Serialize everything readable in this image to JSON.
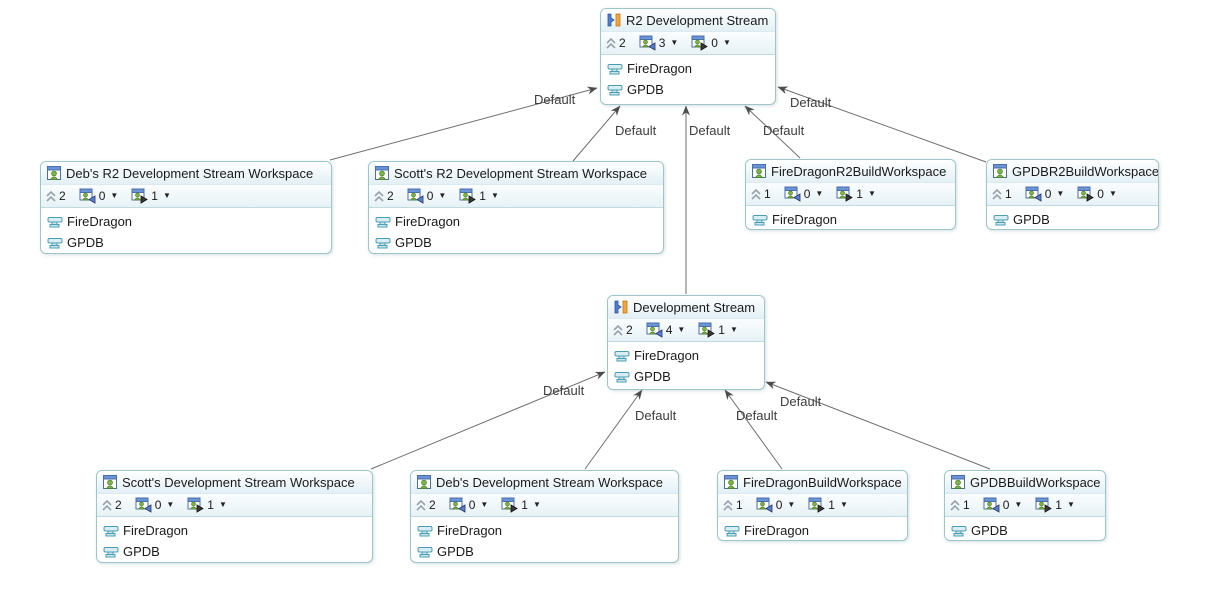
{
  "diagram": {
    "nodes": [
      {
        "id": "r2-stream",
        "kind": "stream",
        "title": "R2 Development Stream",
        "baselines": "2",
        "incoming": "3",
        "outgoing": "0",
        "components": [
          "FireDragon",
          "GPDB"
        ]
      },
      {
        "id": "debs-r2-ws",
        "kind": "workspace",
        "title": "Deb's R2 Development Stream Workspace",
        "baselines": "2",
        "incoming": "0",
        "outgoing": "1",
        "components": [
          "FireDragon",
          "GPDB"
        ]
      },
      {
        "id": "scotts-r2-ws",
        "kind": "workspace",
        "title": "Scott's R2 Development Stream Workspace",
        "baselines": "2",
        "incoming": "0",
        "outgoing": "1",
        "components": [
          "FireDragon",
          "GPDB"
        ]
      },
      {
        "id": "firedragon-r2-build-ws",
        "kind": "workspace",
        "title": "FireDragonR2BuildWorkspace",
        "baselines": "1",
        "incoming": "0",
        "outgoing": "1",
        "components": [
          "FireDragon"
        ]
      },
      {
        "id": "gpdb-r2-build-ws",
        "kind": "workspace",
        "title": "GPDBR2BuildWorkspace",
        "baselines": "1",
        "incoming": "0",
        "outgoing": "0",
        "components": [
          "GPDB"
        ]
      },
      {
        "id": "dev-stream",
        "kind": "stream",
        "title": "Development Stream",
        "baselines": "2",
        "incoming": "4",
        "outgoing": "1",
        "components": [
          "FireDragon",
          "GPDB"
        ]
      },
      {
        "id": "scotts-dev-ws",
        "kind": "workspace",
        "title": "Scott's Development Stream Workspace",
        "baselines": "2",
        "incoming": "0",
        "outgoing": "1",
        "components": [
          "FireDragon",
          "GPDB"
        ]
      },
      {
        "id": "debs-dev-ws",
        "kind": "workspace",
        "title": "Deb's Development Stream Workspace",
        "baselines": "2",
        "incoming": "0",
        "outgoing": "1",
        "components": [
          "FireDragon",
          "GPDB"
        ]
      },
      {
        "id": "firedragon-build-ws",
        "kind": "workspace",
        "title": "FireDragonBuildWorkspace",
        "baselines": "1",
        "incoming": "0",
        "outgoing": "1",
        "components": [
          "FireDragon"
        ]
      },
      {
        "id": "gpdb-build-ws",
        "kind": "workspace",
        "title": "GPDBBuildWorkspace",
        "baselines": "1",
        "incoming": "0",
        "outgoing": "1",
        "components": [
          "GPDB"
        ]
      }
    ],
    "edges": [
      {
        "label": "Default"
      },
      {
        "label": "Default"
      },
      {
        "label": "Default"
      },
      {
        "label": "Default"
      },
      {
        "label": "Default"
      },
      {
        "label": "Default"
      },
      {
        "label": "Default"
      },
      {
        "label": "Default"
      },
      {
        "label": "Default"
      }
    ]
  },
  "icons": {
    "stream": "stream-icon",
    "workspace": "repository-workspace-icon",
    "baselines": "double-chevron-up-icon",
    "incoming": "incoming-changes-icon",
    "outgoing": "outgoing-changes-icon",
    "component": "component-icon",
    "dropdown": "dropdown-caret-icon"
  },
  "colors": {
    "box_border": "#9dc6cb",
    "header_gradient_bottom": "#e3f0f5",
    "stats_separator": "#c2d9de",
    "arrow": "#6e6e6e",
    "arrowhead": "#4d4d4d",
    "component_fill": "#c9e7ef",
    "component_stroke": "#4a9cb0",
    "stream_icon_blue": "#4e7fd0",
    "stream_icon_orange": "#f0a63c",
    "person_green": "#7ab648",
    "incoming_arrow_blue": "#5b7fd0",
    "outgoing_arrow_dark": "#333333"
  }
}
